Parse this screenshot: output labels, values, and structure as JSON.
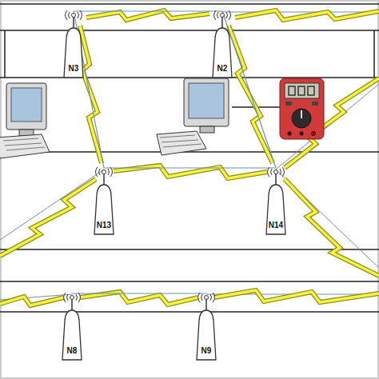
{
  "diagram": {
    "nodes": [
      {
        "text": [
          "N3"
        ]
      },
      {
        "text": [
          "N2"
        ]
      },
      {
        "text": [
          "N13"
        ]
      },
      {
        "text": [
          "N14"
        ]
      },
      {
        "text": [
          "N8"
        ]
      },
      {
        "text": [
          "N9"
        ]
      }
    ],
    "edges": [
      {
        "from": 0,
        "to": 1,
        "arrow": "none"
      },
      {
        "from": 0,
        "to": 2,
        "arrow": "none"
      },
      {
        "from": 1,
        "to": 3,
        "arrow": "none"
      },
      {
        "from": 2,
        "to": 3,
        "arrow": "none"
      },
      {
        "from": 4,
        "to": 5,
        "arrow": "none"
      }
    ]
  }
}
